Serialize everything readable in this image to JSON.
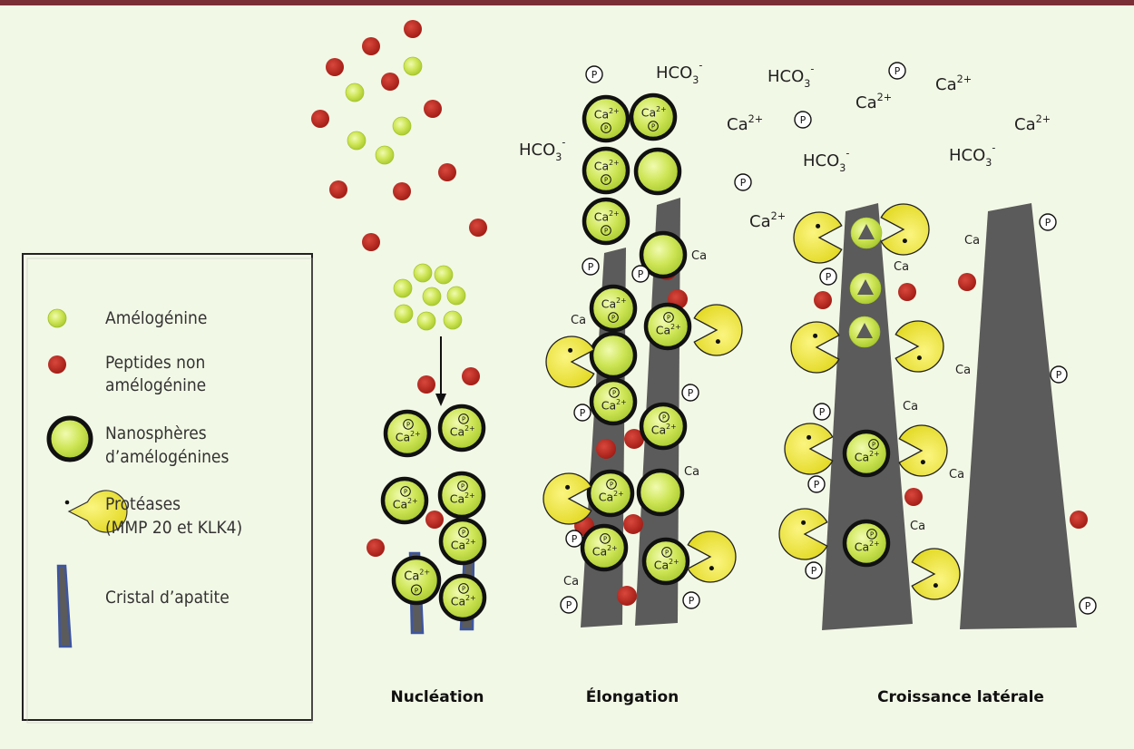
{
  "legend": {
    "amelogenin": "Amélogénine",
    "peptides_line1": "Peptides non",
    "peptides_line2": "amélogénine",
    "nanospheres_line1": "Nanosphères",
    "nanospheres_line2": "d’amélogénines",
    "proteases_line1": "Protéases",
    "proteases_line2": "(MMP 20 et KLK4)",
    "crystal": "Cristal d’apatite"
  },
  "stages": {
    "nucleation": "Nucléation",
    "elongation": "Élongation",
    "lateral_growth": "Croissance latérale"
  },
  "labels": {
    "ca": "Ca",
    "ca2_base": "Ca",
    "ca2_sup": "2+",
    "hco3_base": "HCO",
    "hco3_sub": "3",
    "hco3_sup": "-",
    "p": "P"
  },
  "colors": {
    "background": "#f2f8e6",
    "top_bar": "#7a2f36",
    "amelogenin": "#c6e34f",
    "peptide": "#b5241c",
    "protease": "#ece430",
    "crystal": "#5b5b5b",
    "crystal_nucleation_edge": "#3d55a0"
  }
}
